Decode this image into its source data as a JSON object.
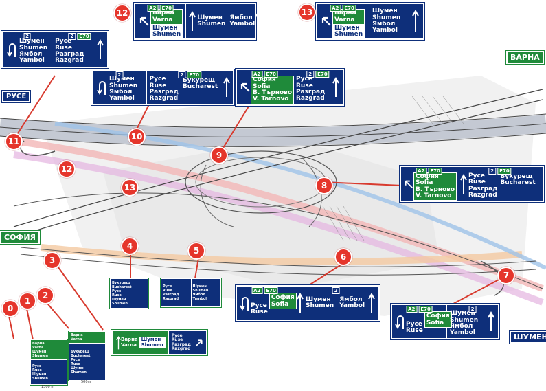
{
  "destinations": {
    "ruse": "РУСЕ",
    "varna": "ВАРНА",
    "sofia": "СОФИЯ",
    "shumen": "ШУМЕН"
  },
  "markers": [
    "0",
    "1",
    "2",
    "3",
    "4",
    "5",
    "6",
    "7",
    "8",
    "9",
    "10",
    "11",
    "12",
    "13"
  ],
  "route_tags": {
    "a2": "A2",
    "e70": "E70",
    "two": "2"
  },
  "signs": {
    "s12": {
      "p1": [
        "Варна",
        "Varna"
      ],
      "p1box": [
        "Шумен",
        "Shumen"
      ],
      "p2": [
        "Шумен",
        "Shumen"
      ],
      "p3": [
        "Ямбол",
        "Yambol"
      ]
    },
    "s13": {
      "p1": [
        "Варна",
        "Varna"
      ],
      "p1box": [
        "Шумен",
        "Shumen"
      ],
      "p2": [
        "Шумен",
        "Shumen",
        "Ямбол",
        "Yambol"
      ]
    },
    "s11": {
      "p1": [
        "Шумен",
        "Shumen",
        "Ямбол",
        "Yambol"
      ],
      "p2": [
        "Русе",
        "Ruse",
        "Разград",
        "Razgrad"
      ]
    },
    "s10": {
      "p1": [
        "Шумен",
        "Shumen",
        "Ямбол",
        "Yambol"
      ],
      "p2a": [
        "Русе",
        "Ruse",
        "Разград",
        "Razgrad"
      ],
      "p2b": [
        "Букурещ",
        "Bucharest"
      ]
    },
    "s9": {
      "p1": [
        "София",
        "Sofia",
        "В. Търново",
        "V. Tarnovo"
      ],
      "p2": [
        "Русе",
        "Ruse",
        "Разград",
        "Razgrad"
      ]
    },
    "s8": {
      "p1": [
        "София",
        "Sofia",
        "В. Търново",
        "V. Tarnovo"
      ],
      "p2a": [
        "Русе",
        "Ruse",
        "Разград",
        "Razgrad"
      ],
      "p2b": [
        "Букурещ",
        "Bucharest"
      ]
    },
    "s6": {
      "p1a": [
        "Русе",
        "Ruse"
      ],
      "p1b": [
        "София",
        "Sofia"
      ],
      "p2": [
        "Шумен",
        "Shumen"
      ],
      "p3": [
        "Ямбол",
        "Yambol"
      ]
    },
    "s7": {
      "p1a": [
        "Русе",
        "Ruse"
      ],
      "p1b": [
        "София",
        "Sofia"
      ],
      "p2": [
        "Шумен",
        "Shumen",
        "Ямбол",
        "Yambol"
      ]
    },
    "s3": {
      "p1": [
        "Варна",
        "Varna"
      ],
      "p1box": [
        "Шумен",
        "Shumen"
      ],
      "p2": [
        "Русе",
        "Ruse",
        "Разград",
        "Razgrad"
      ]
    },
    "s4": {
      "p1": [
        "Букурещ",
        "Bucharest",
        "Русе",
        "Ruse",
        "Шумен",
        "Shumen"
      ]
    },
    "s5": {
      "p1": [
        "Русе",
        "Ruse",
        "Разград",
        "Razgrad"
      ],
      "p2": [
        "Шумен",
        "Shumen",
        "Ямбол",
        "Yambol"
      ]
    },
    "s2": {
      "p1": [
        "Варна",
        "Varna"
      ],
      "p2": [
        "Букурещ",
        "Bucharest",
        "Русе",
        "Ruse",
        "Шумен",
        "Shumen"
      ]
    },
    "s1": {
      "p1": [
        "Варна",
        "Varna",
        "Шумен",
        "Shumen"
      ],
      "p2": [
        "Русе",
        "Ruse",
        "Шумен",
        "Shumen"
      ]
    }
  },
  "distances": {
    "d1": "1500 m",
    "d2": "500m"
  }
}
